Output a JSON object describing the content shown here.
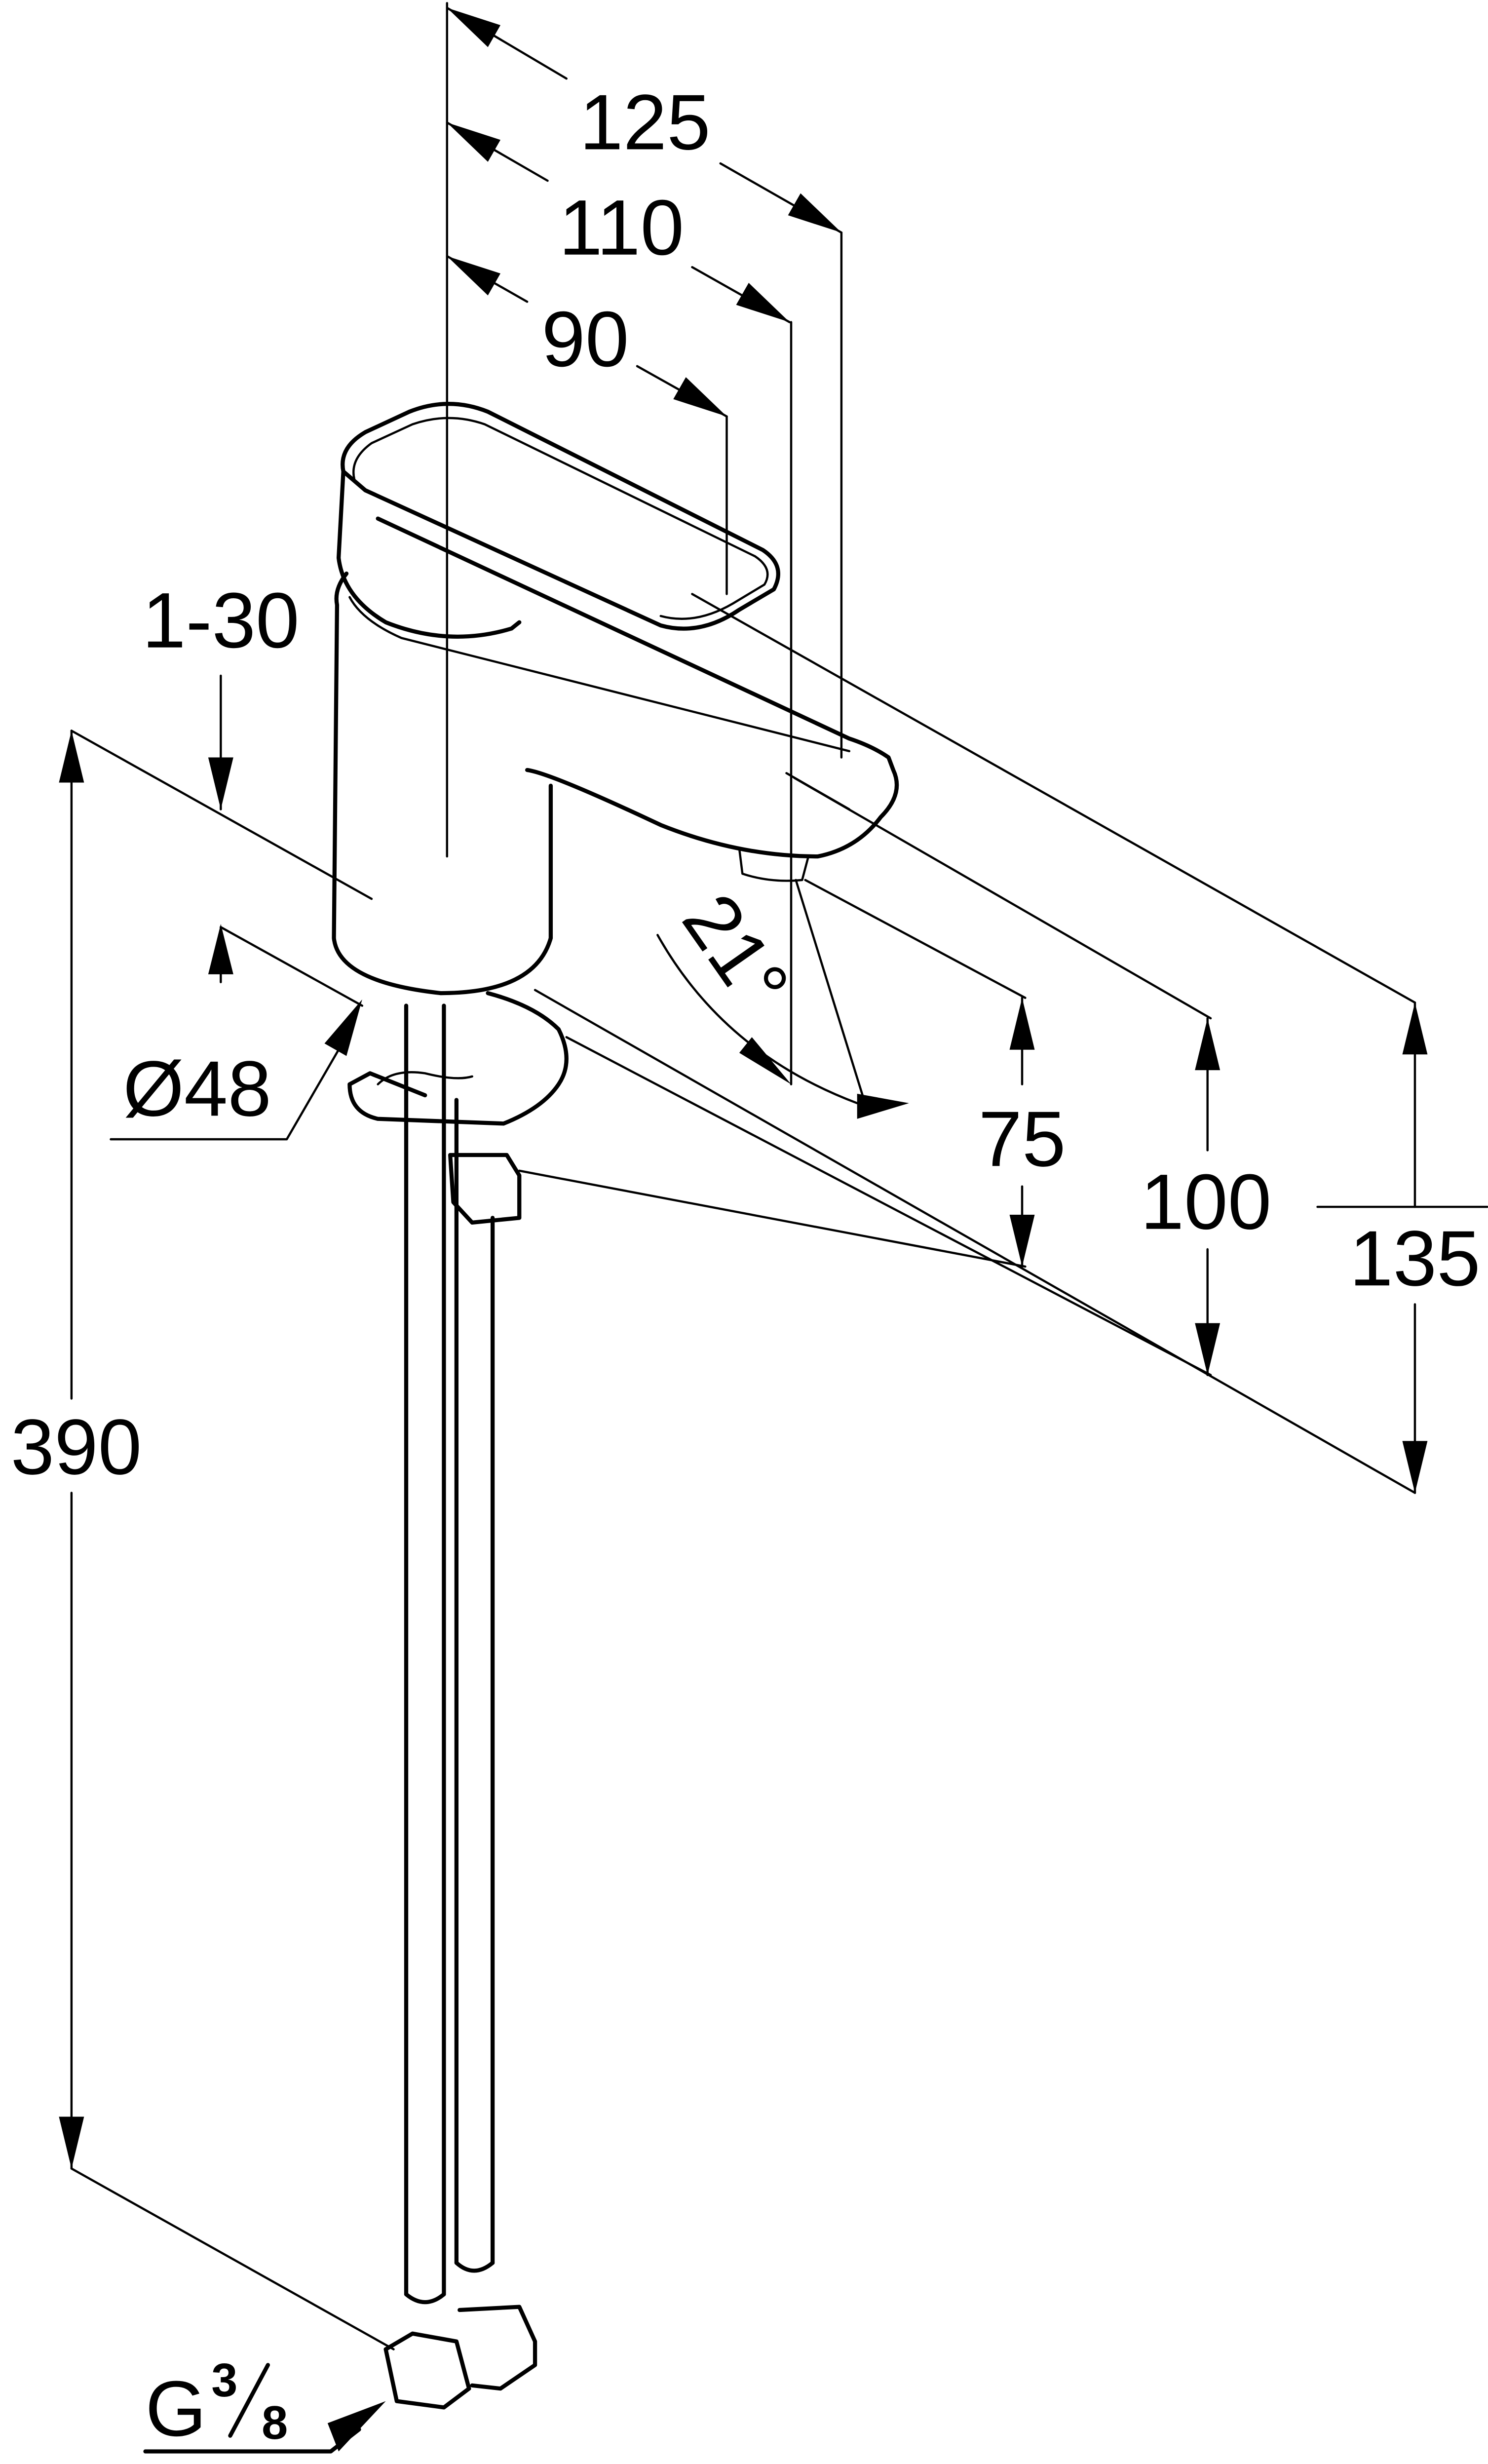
{
  "drawing": {
    "dimensions": {
      "width_125": "125",
      "width_110": "110",
      "width_90": "90",
      "deck_thickness": "1-30",
      "total_height": "390",
      "diameter": "Ø48",
      "angle": "21°",
      "height_75": "75",
      "height_100": "100",
      "height_135": "135"
    },
    "connection": {
      "thread_letter": "G",
      "fraction_num": "3",
      "fraction_den": "8"
    },
    "colors": {
      "line": "#000000",
      "background": "#ffffff"
    }
  }
}
